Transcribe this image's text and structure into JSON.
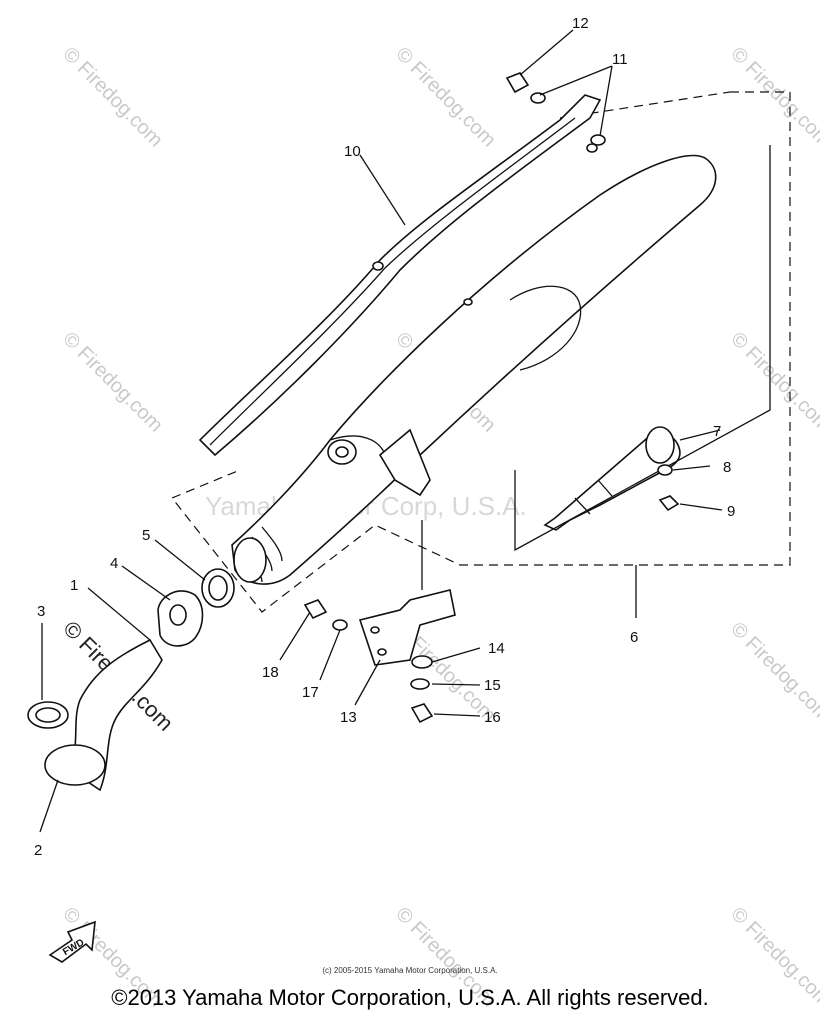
{
  "watermark": {
    "site": "© Firedog.com",
    "center": "Yamaha Motor Corp, U.S.A."
  },
  "callouts": {
    "p1": "1",
    "p2": "2",
    "p3": "3",
    "p4": "4",
    "p5": "5",
    "p6": "6",
    "p7": "7",
    "p8": "8",
    "p9": "9",
    "p10": "10",
    "p11": "11",
    "p12": "12",
    "p13": "13",
    "p14": "14",
    "p15": "15",
    "p16": "16",
    "p17": "17",
    "p18": "18"
  },
  "fwd_label": "FWD",
  "tiny_copyright": "(c) 2005-2015 Yamaha Motor Corporation, U.S.A.",
  "copyright": "©2013 Yamaha Motor Corporation, U.S.A. All rights reserved."
}
